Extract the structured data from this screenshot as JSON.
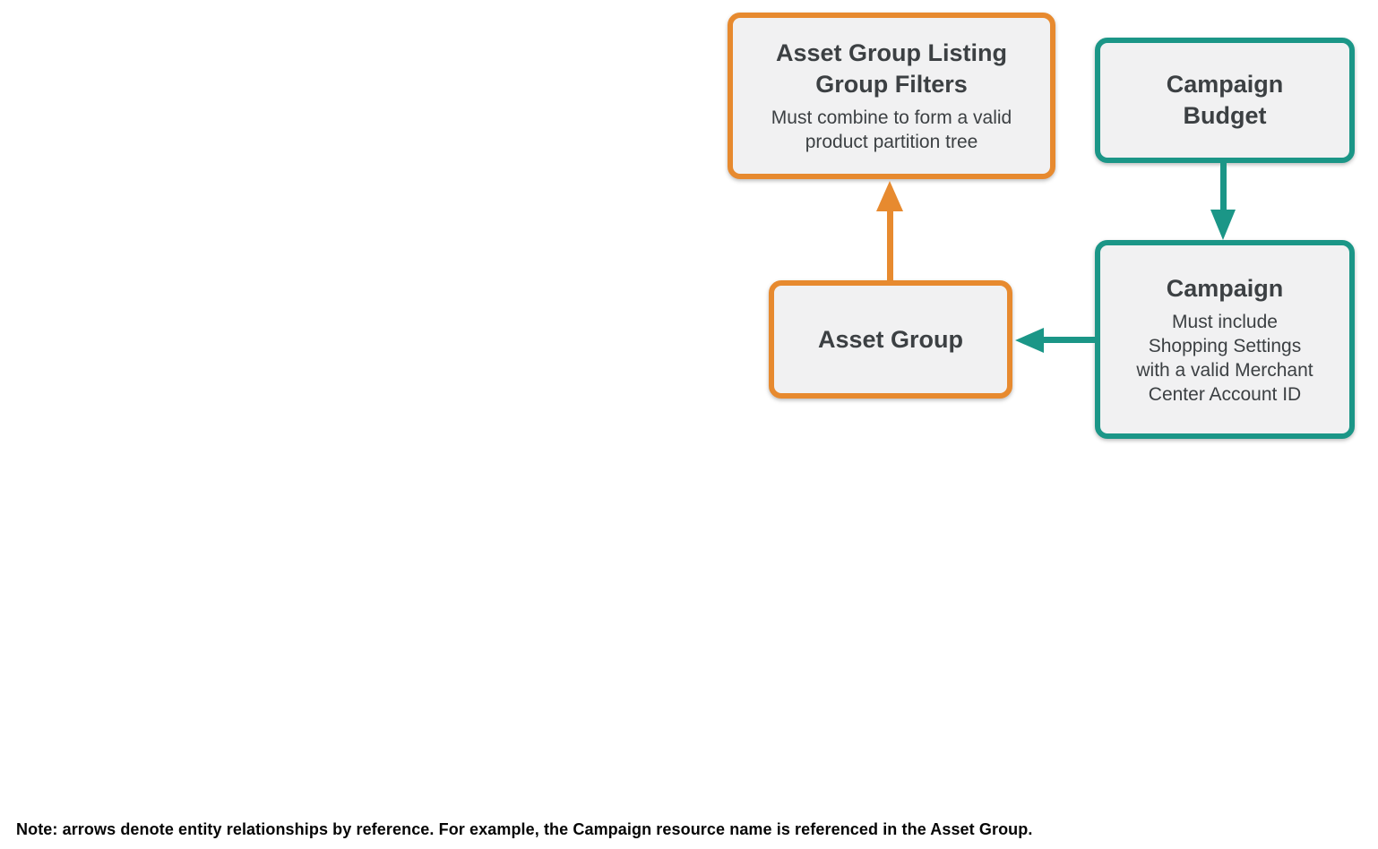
{
  "diagram": {
    "nodes": {
      "listing_filters": {
        "title": "Asset Group Listing\nGroup Filters",
        "subtitle": "Must combine to form a valid\nproduct partition tree",
        "accent_color": "#E78A2F"
      },
      "campaign_budget": {
        "title": "Campaign\nBudget",
        "accent_color": "#1B9687"
      },
      "asset_group": {
        "title": "Asset Group",
        "accent_color": "#E78A2F"
      },
      "campaign": {
        "title": "Campaign",
        "subtitle": "Must include\nShopping Settings\nwith a valid Merchant\nCenter Account ID",
        "accent_color": "#1B9687"
      }
    },
    "edges": [
      {
        "from": "Asset Group",
        "to": "Asset Group Listing Group Filters",
        "direction": "up",
        "color": "#E78A2F"
      },
      {
        "from": "Campaign Budget",
        "to": "Campaign",
        "direction": "down",
        "color": "#1B9687"
      },
      {
        "from": "Campaign",
        "to": "Asset Group",
        "direction": "left",
        "color": "#1B9687"
      }
    ],
    "colors": {
      "orange": "#E78A2F",
      "teal": "#1B9687",
      "box_fill": "#F1F1F2",
      "text": "#3C4043"
    }
  },
  "note": "Note: arrows denote entity relationships by reference. For example, the Campaign resource name is referenced in the Asset Group."
}
